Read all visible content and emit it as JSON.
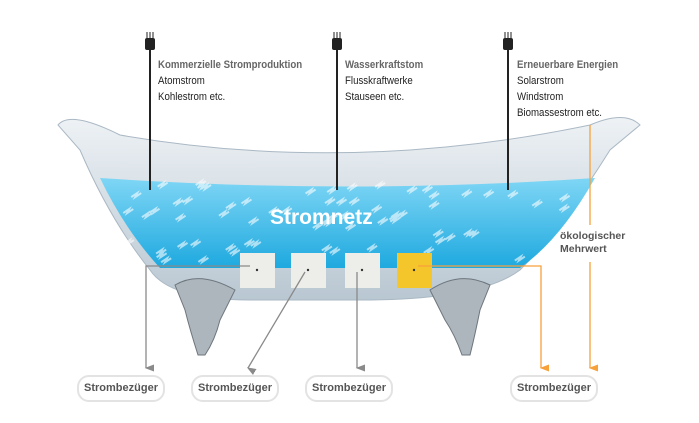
{
  "sources": [
    {
      "title": "Kommerzielle Stromproduktion",
      "lines": [
        "Atomstrom",
        "Kohlestrom etc."
      ]
    },
    {
      "title": "Wasserkraftstom",
      "lines": [
        "Flusskraftwerke",
        "Stauseen etc."
      ]
    },
    {
      "title": "Erneuerbare Energien",
      "lines": [
        "Solarstrom",
        "Windstrom",
        "Biomassestrom etc."
      ]
    }
  ],
  "grid_label": "Stromnetz",
  "eco_label": [
    "ökologischer",
    "Mehrwert"
  ],
  "consumers": [
    "Strombezüger",
    "Strombezüger",
    "Strombezüger",
    "Strombezüger"
  ],
  "colors": {
    "water": "#2bb6e6",
    "accent": "#f7a13a",
    "socket_green": "#f5c52c",
    "arrow_gray": "#8a8a8a"
  }
}
